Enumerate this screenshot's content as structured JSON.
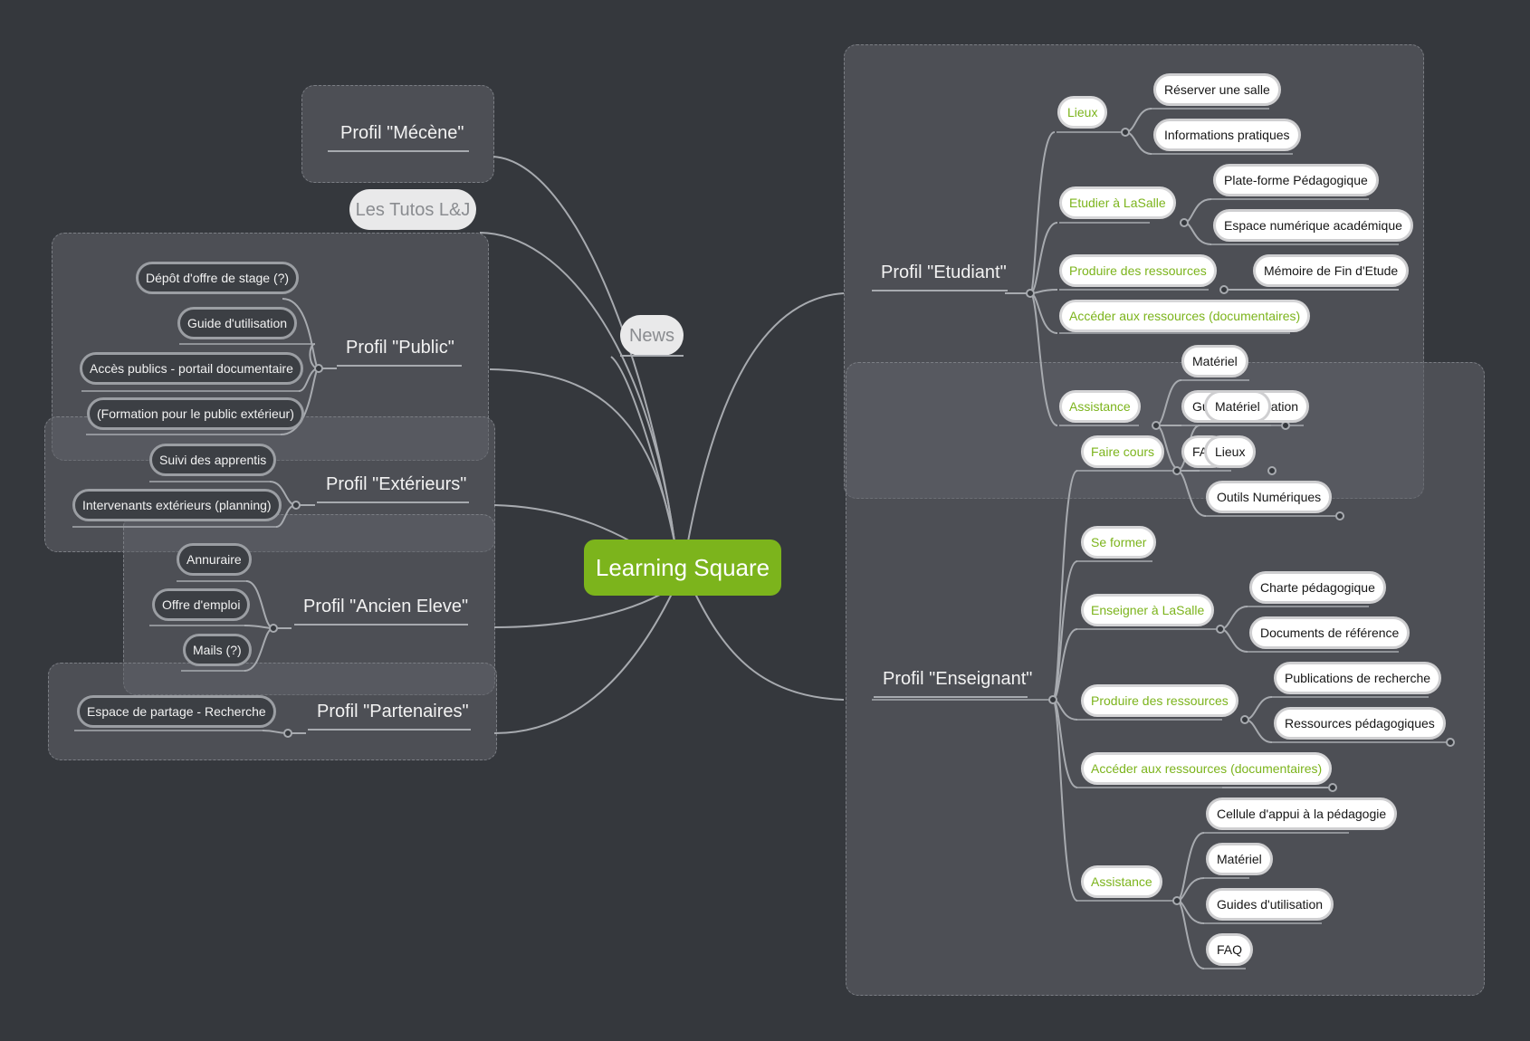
{
  "central": "Learning Square",
  "profiles": {
    "mecene": "Profil \"Mécène\"",
    "tutos": "Les Tutos L&J",
    "news": "News",
    "public": "Profil \"Public\"",
    "exterieurs": "Profil \"Extérieurs\"",
    "ancien": "Profil \"Ancien Eleve\"",
    "partenaires": "Profil \"Partenaires\"",
    "etudiant": "Profil \"Etudiant\"",
    "enseignant": "Profil \"Enseignant\""
  },
  "public_items": [
    "Dépôt d'offre de stage (?)",
    "Guide d'utilisation",
    "Accès publics - portail documentaire",
    "(Formation pour le public extérieur)"
  ],
  "exterieurs_items": [
    "Suivi des apprentis",
    "Intervenants extérieurs (planning)"
  ],
  "ancien_items": [
    "Annuraire",
    "Offre d'emploi",
    "Mails (?)"
  ],
  "partenaires_items": [
    "Espace de partage - Recherche"
  ],
  "etudiant": {
    "lieux": "Lieux",
    "reserver": "Réserver une salle",
    "infos": "Informations pratiques",
    "etudier": "Etudier à LaSalle",
    "plateforme": "Plate-forme Pédagogique",
    "espace": "Espace numérique académique",
    "produire": "Produire des ressources",
    "memoire": "Mémoire de Fin d'Etude",
    "acceder": "Accéder aux ressources (documentaires)",
    "assistance": "Assistance",
    "materiel": "Matériel",
    "guides": "Guides d'utilisation",
    "faq": "FAQ"
  },
  "enseignant": {
    "faire_cours": "Faire cours",
    "materiel": "Matériel",
    "lieux": "Lieux",
    "outils": "Outils Numériques",
    "se_former": "Se former",
    "enseigner": "Enseigner à LaSalle",
    "charte": "Charte pédagogique",
    "documents": "Documents de référence",
    "produire": "Produire des ressources",
    "publications": "Publications de recherche",
    "ressources": "Ressources pédagogiques",
    "acceder": "Accéder aux ressources (documentaires)",
    "assistance": "Assistance",
    "cellule": "Cellule d'appui à la pédagogie",
    "materiel2": "Matériel",
    "guides": "Guides d'utilisation",
    "faq": "FAQ"
  },
  "colors": {
    "background": "#35383d",
    "central": "#7cb41c",
    "green_text": "#7cb41c",
    "line": "#a7aaaf",
    "boundary": "#606369"
  }
}
